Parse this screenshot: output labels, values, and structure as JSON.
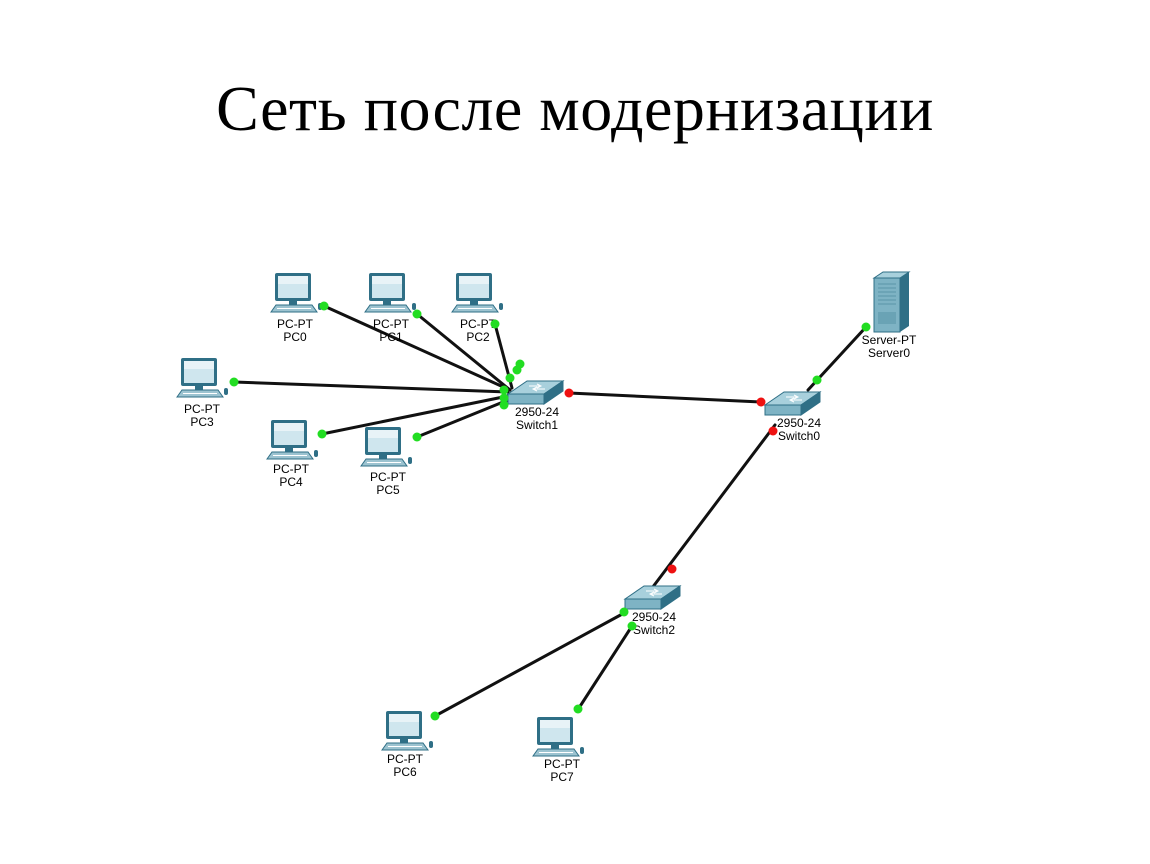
{
  "title": "Сеть после модернизации",
  "colors": {
    "link": "#111111",
    "port_up": "#22dd22",
    "port_down": "#ee1111",
    "device_body": "#7eb3c4",
    "device_dark": "#2f6f86",
    "device_light": "#cfe6ee"
  },
  "devices": [
    {
      "id": "pc0",
      "type": "pc",
      "model": "PC-PT",
      "name": "PC0"
    },
    {
      "id": "pc1",
      "type": "pc",
      "model": "PC-PT",
      "name": "PC1"
    },
    {
      "id": "pc2",
      "type": "pc",
      "model": "PC-PT",
      "name": "PC2"
    },
    {
      "id": "pc3",
      "type": "pc",
      "model": "PC-PT",
      "name": "PC3"
    },
    {
      "id": "pc4",
      "type": "pc",
      "model": "PC-PT",
      "name": "PC4"
    },
    {
      "id": "pc5",
      "type": "pc",
      "model": "PC-PT",
      "name": "PC5"
    },
    {
      "id": "switch1",
      "type": "switch",
      "model": "2950-24",
      "name": "Switch1"
    },
    {
      "id": "switch0",
      "type": "switch",
      "model": "2950-24",
      "name": "Switch0"
    },
    {
      "id": "server0",
      "type": "server",
      "model": "Server-PT",
      "name": "Server0"
    },
    {
      "id": "switch2",
      "type": "switch",
      "model": "2950-24",
      "name": "Switch2"
    },
    {
      "id": "pc6",
      "type": "pc",
      "model": "PC-PT",
      "name": "PC6"
    },
    {
      "id": "pc7",
      "type": "pc",
      "model": "PC-PT",
      "name": "PC7"
    }
  ],
  "links": [
    {
      "from": "pc0",
      "to": "switch1",
      "from_status": "up",
      "to_status": "up"
    },
    {
      "from": "pc1",
      "to": "switch1",
      "from_status": "up",
      "to_status": "up"
    },
    {
      "from": "pc2",
      "to": "switch1",
      "from_status": "up",
      "to_status": "up"
    },
    {
      "from": "pc3",
      "to": "switch1",
      "from_status": "up",
      "to_status": "up"
    },
    {
      "from": "pc4",
      "to": "switch1",
      "from_status": "up",
      "to_status": "up"
    },
    {
      "from": "pc5",
      "to": "switch1",
      "from_status": "up",
      "to_status": "up"
    },
    {
      "from": "switch1",
      "to": "switch0",
      "from_status": "down",
      "to_status": "down"
    },
    {
      "from": "server0",
      "to": "switch0",
      "from_status": "up",
      "to_status": "up"
    },
    {
      "from": "switch0",
      "to": "switch2",
      "from_status": "down",
      "to_status": "down"
    },
    {
      "from": "switch2",
      "to": "pc6",
      "from_status": "up",
      "to_status": "up"
    },
    {
      "from": "switch2",
      "to": "pc7",
      "from_status": "up",
      "to_status": "up"
    }
  ]
}
